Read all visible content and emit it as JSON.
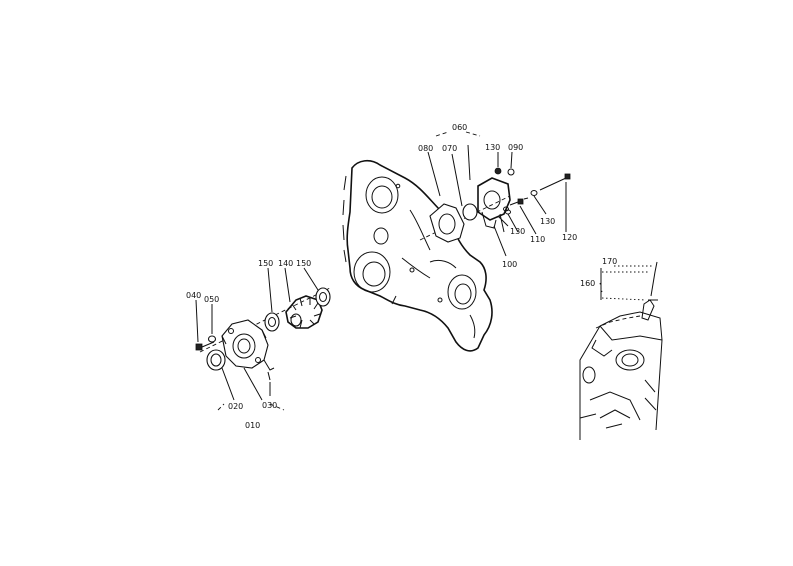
{
  "diagram": {
    "labels": {
      "l010": "010",
      "l020": "020",
      "l030": "030",
      "l040": "040",
      "l050": "050",
      "l060": "060",
      "l070": "070",
      "l080": "080",
      "l090": "090",
      "l100": "100",
      "l110": "110",
      "l120": "120",
      "l130a": "130",
      "l130b": "130",
      "l130c": "130",
      "l140": "140",
      "l150a": "150",
      "l150b": "150",
      "l160": "160",
      "l170": "170"
    }
  }
}
